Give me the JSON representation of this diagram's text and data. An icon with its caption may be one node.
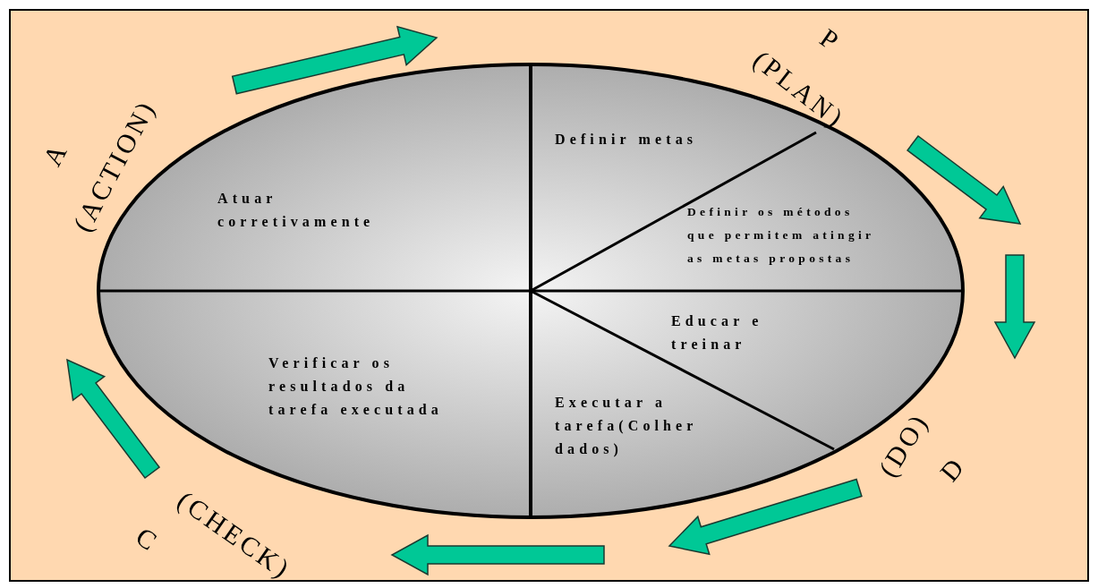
{
  "diagram": {
    "nodes": [
      {
        "text": [
          "Definir metas",
          "Atuar corretivamente",
          "Definir os métodos que permitem atingir as metas propostas",
          "Educar e treinar",
          "Executar a tarefa(Colher dados)",
          "Verificar os resultados da tarefa executada"
        ]
      }
    ],
    "labels": [
      "P",
      "(PLAN)",
      "A",
      "(ACTION)",
      "(DO)",
      "D",
      "(CHECK)",
      "C"
    ]
  }
}
